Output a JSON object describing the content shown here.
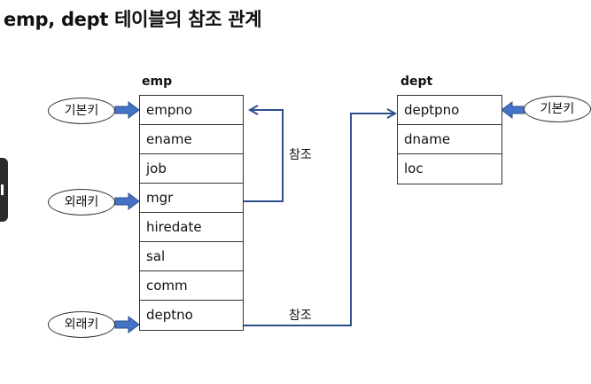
{
  "title": "emp, dept 테이블의 참조 관계",
  "emp_table": {
    "name": "emp",
    "columns": [
      "empno",
      "ename",
      "job",
      "mgr",
      "hiredate",
      "sal",
      "comm",
      "deptno"
    ]
  },
  "dept_table": {
    "name": "dept",
    "columns": [
      "deptpno",
      "dname",
      "loc"
    ]
  },
  "key_labels": {
    "emp_empno": "기본키",
    "emp_mgr": "외래키",
    "emp_deptno": "외래키",
    "dept_deptpno": "기본키"
  },
  "relations": {
    "self_ref_label": "참조",
    "dept_ref_label": "참조"
  },
  "colors": {
    "line": "#2e4e8c",
    "arrow_fill": "#4472c4",
    "border": "#333333"
  }
}
